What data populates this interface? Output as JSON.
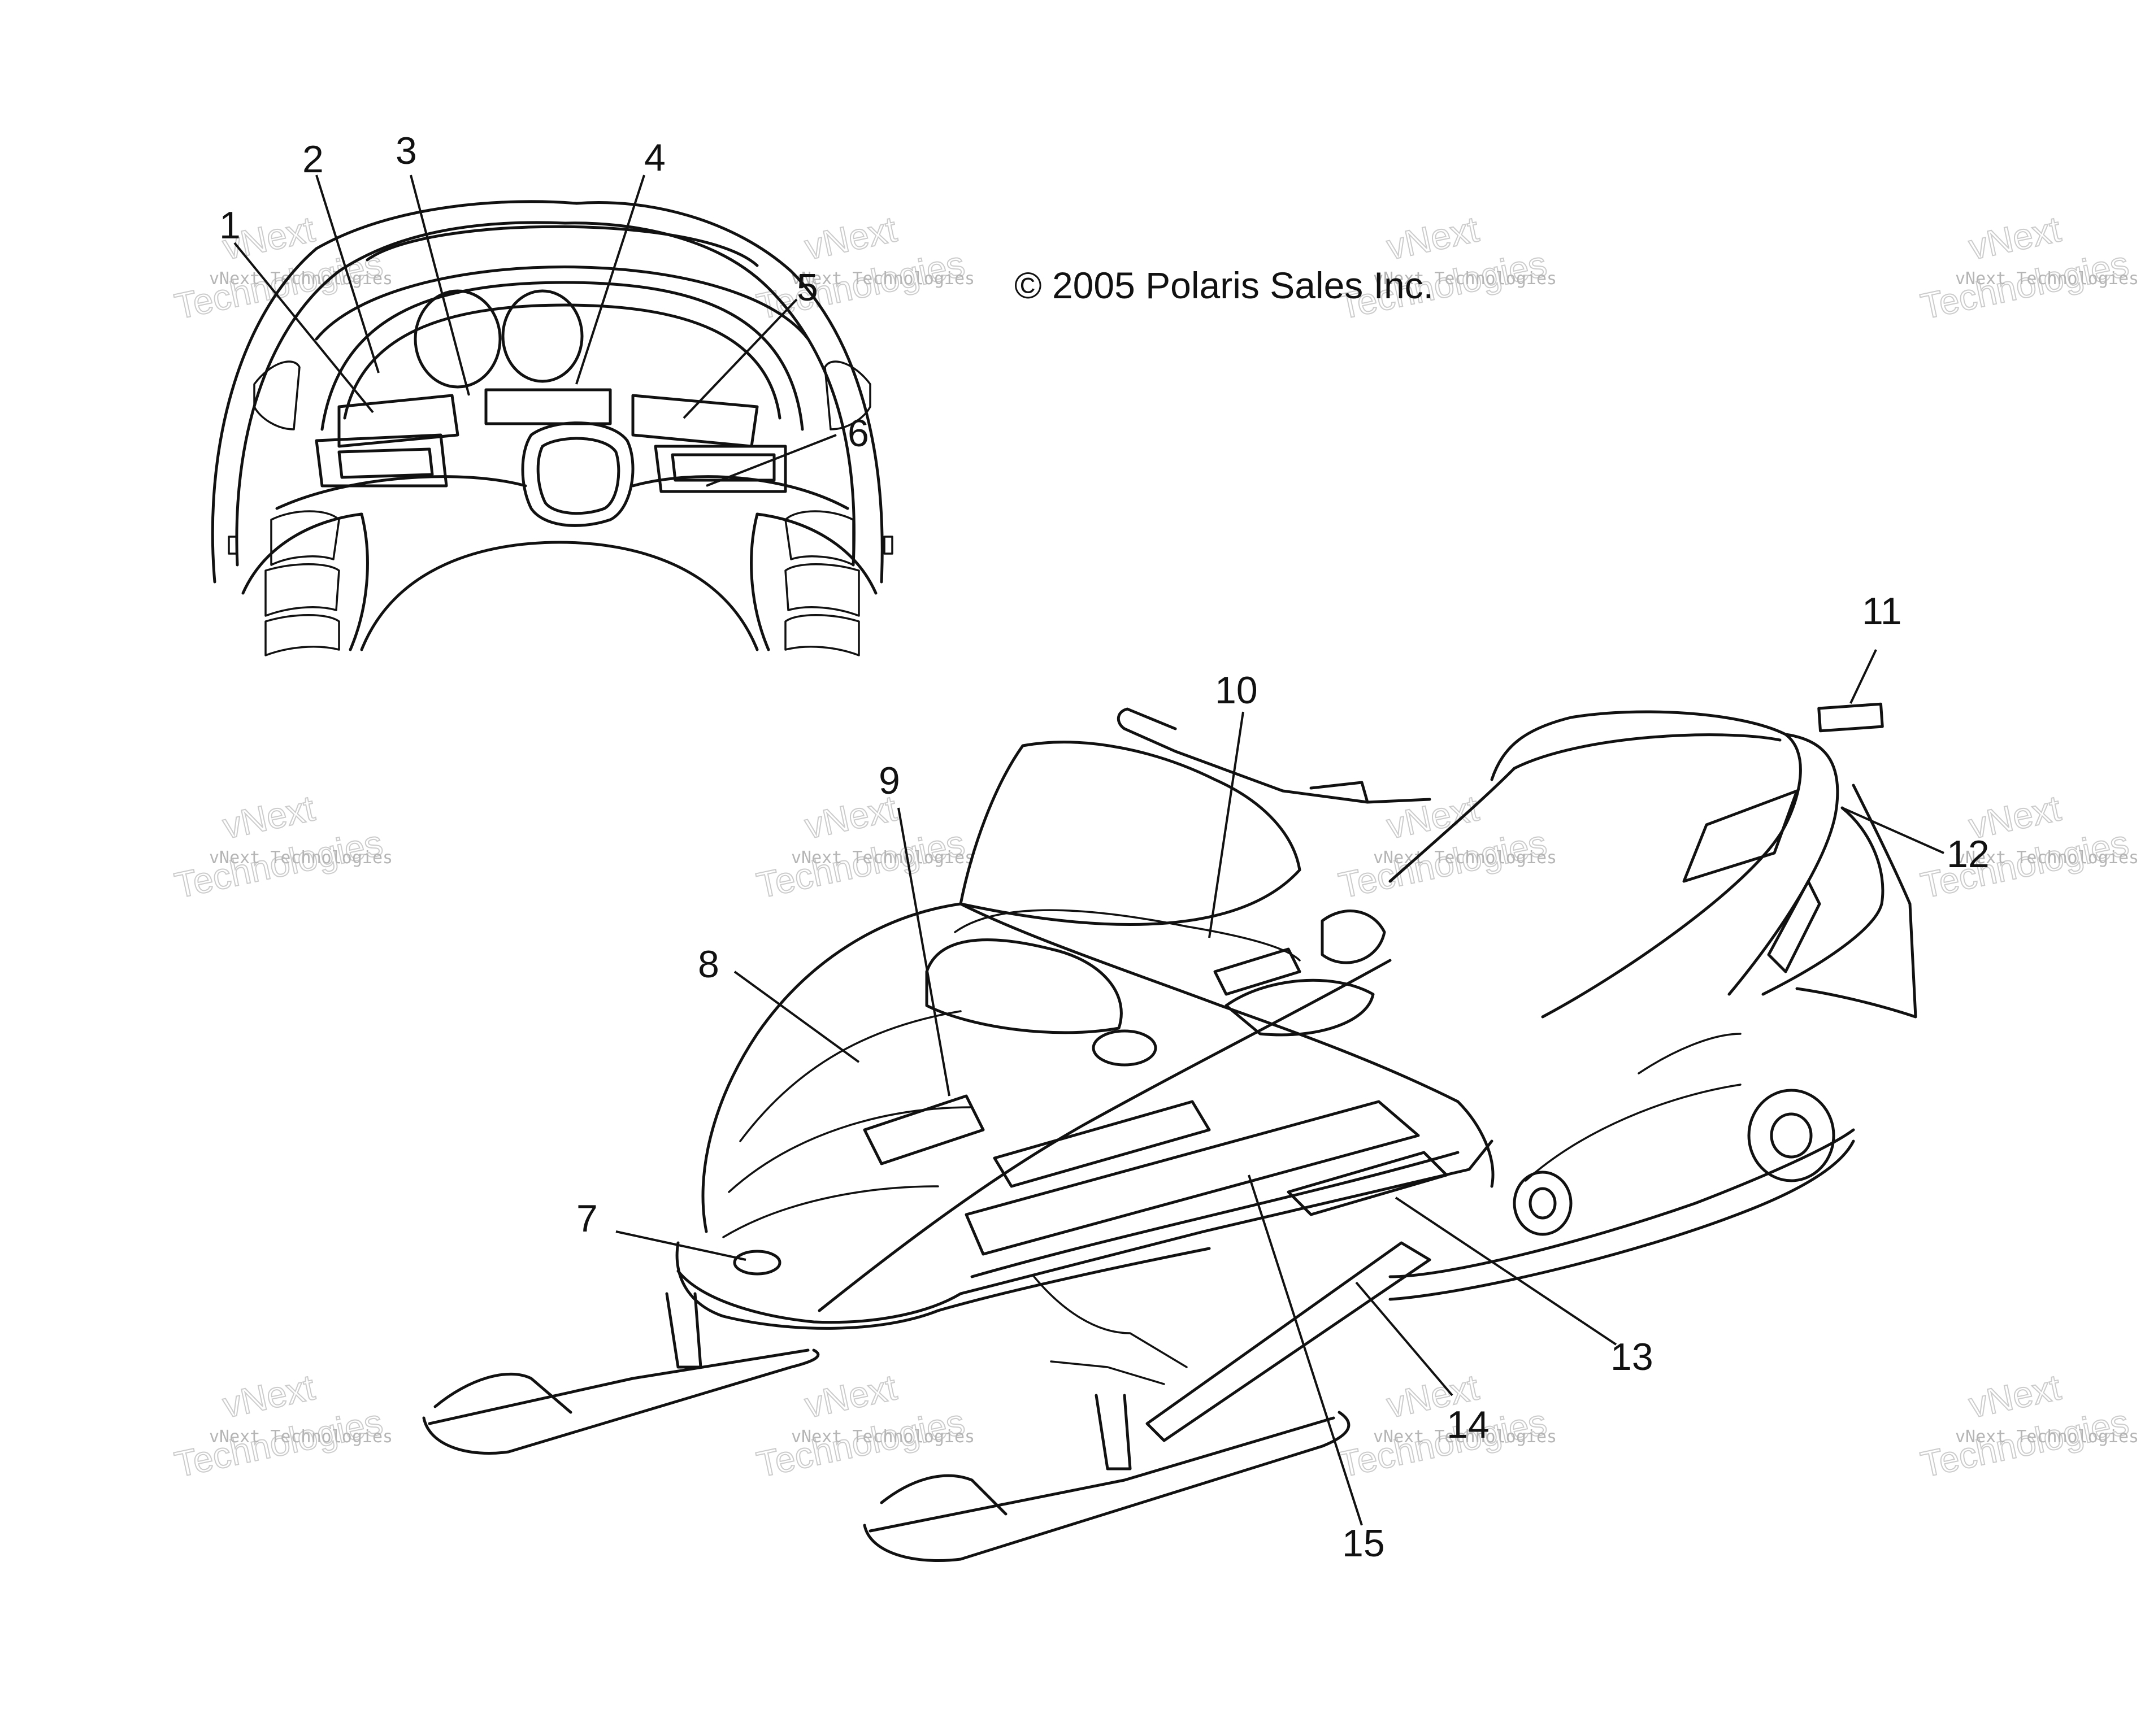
{
  "copyright": "© 2005 Polaris Sales Inc.",
  "watermark": {
    "line_small": "vNext Technologies",
    "big_top": "vNext",
    "big_bottom": "Technologies",
    "color": "#bbbbbb"
  },
  "callouts": [
    "1",
    "2",
    "3",
    "4",
    "5",
    "6",
    "7",
    "8",
    "9",
    "10",
    "11",
    "12",
    "13",
    "14",
    "15"
  ],
  "line_color": "#111111"
}
